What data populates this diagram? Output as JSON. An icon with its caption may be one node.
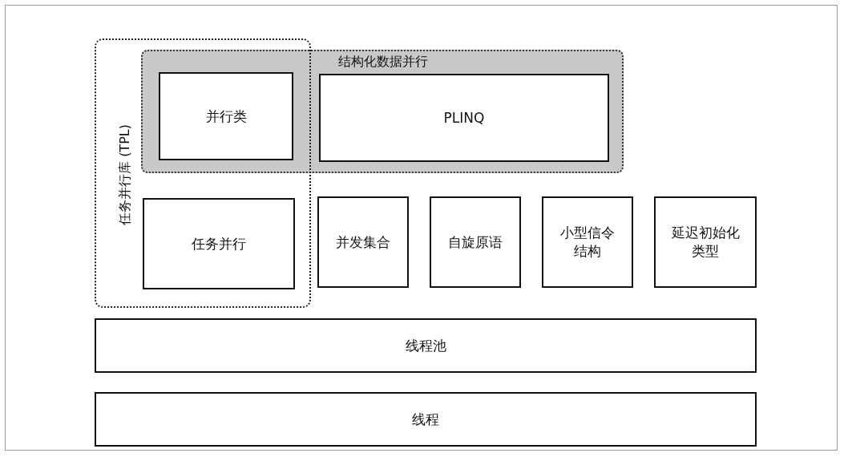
{
  "diagram": {
    "nodes": [
      {
        "text": [
          "任务并行库 (TPL)"
        ]
      },
      {
        "text": [
          "结构化数据并行"
        ]
      },
      {
        "text": [
          "并行类"
        ]
      },
      {
        "text": [
          "PLINQ"
        ],
        "in": 1
      },
      {
        "text": [
          "任务并行"
        ],
        "in": 0
      },
      {
        "text": [
          "并发集合"
        ]
      },
      {
        "text": [
          "自旋原语"
        ]
      },
      {
        "text": [
          "小型信令结构"
        ]
      },
      {
        "text": [
          "延迟初始化类型"
        ]
      },
      {
        "text": [
          "线程池"
        ]
      },
      {
        "text": [
          "线程"
        ]
      }
    ],
    "edges": []
  }
}
